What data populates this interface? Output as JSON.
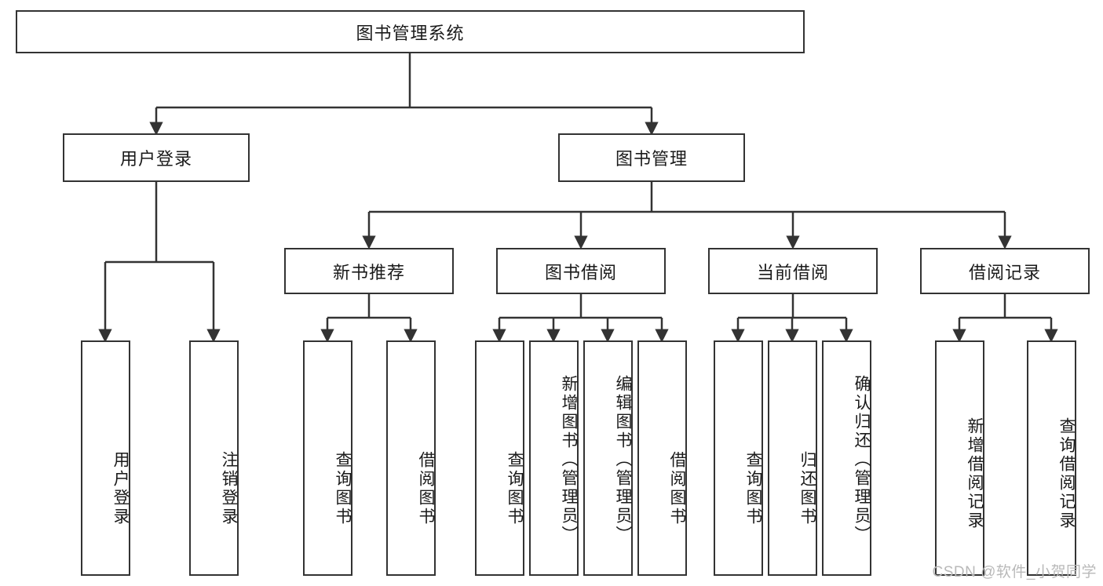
{
  "diagram": {
    "type": "tree-hierarchy-flowchart",
    "title": "图书管理系统",
    "root": {
      "id": "root",
      "label": "图书管理系统",
      "orientation": "horizontal"
    },
    "level2": [
      {
        "id": "user-login",
        "label": "用户登录",
        "orientation": "horizontal"
      },
      {
        "id": "book-management",
        "label": "图书管理",
        "orientation": "horizontal"
      }
    ],
    "level3": [
      {
        "id": "new-book-recommend",
        "label": "新书推荐",
        "orientation": "horizontal",
        "parent": "book-management"
      },
      {
        "id": "book-borrow",
        "label": "图书借阅",
        "orientation": "horizontal",
        "parent": "book-management"
      },
      {
        "id": "current-borrow",
        "label": "当前借阅",
        "orientation": "horizontal",
        "parent": "book-management"
      },
      {
        "id": "borrow-record",
        "label": "借阅记录",
        "orientation": "horizontal",
        "parent": "book-management"
      }
    ],
    "leaves": {
      "user_login": [
        {
          "id": "leaf-user-login",
          "label": "用户登录"
        },
        {
          "id": "leaf-logout-login",
          "label": "注销登录"
        }
      ],
      "new_book_recommend": [
        {
          "id": "leaf-query-book-1",
          "label": "查询图书"
        },
        {
          "id": "leaf-borrow-book-1",
          "label": "借阅图书"
        }
      ],
      "book_borrow": [
        {
          "id": "leaf-query-book-2",
          "label": "查询图书"
        },
        {
          "id": "leaf-add-book",
          "label": "新增图书（管理员）"
        },
        {
          "id": "leaf-edit-book",
          "label": "编辑图书（管理员）"
        },
        {
          "id": "leaf-borrow-book-2",
          "label": "借阅图书"
        }
      ],
      "current_borrow": [
        {
          "id": "leaf-query-book-3",
          "label": "查询图书"
        },
        {
          "id": "leaf-return-book",
          "label": "归还图书"
        },
        {
          "id": "leaf-confirm-return",
          "label": "确认归还（管理员）"
        }
      ],
      "borrow_record": [
        {
          "id": "leaf-add-record",
          "label": "新增借阅记录"
        },
        {
          "id": "leaf-query-record",
          "label": "查询借阅记录"
        }
      ]
    },
    "watermark": "CSDN @软件_小贺同学",
    "colors": {
      "border": "#333333",
      "background": "#ffffff",
      "text": "#1a1a1a",
      "connector": "#333333",
      "watermark": "#b9b9b9"
    }
  }
}
